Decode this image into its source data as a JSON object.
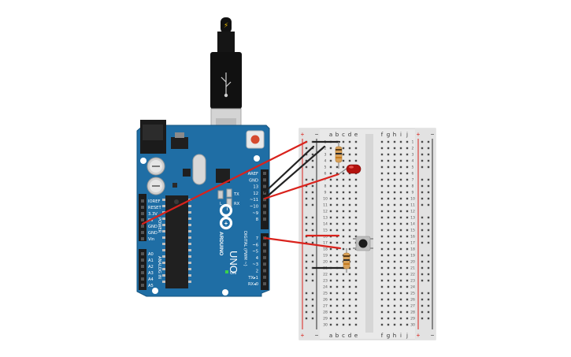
{
  "colors": {
    "board": "#1f6ea5",
    "board_dark": "#16547f",
    "breadboard": "#e9e9e9",
    "rail_red": "#d9221c",
    "rail_blue": "#2b2b2b",
    "wire_red": "#d9221c",
    "wire_black": "#222222",
    "led": "#b3120e",
    "resistor": "#d9a25a",
    "usb": "#111111",
    "usb_metal": "#cfcfcf"
  },
  "arduino": {
    "brand": "ARDUINO",
    "model": "UNO",
    "power_header_label": "POWER",
    "analog_header_label": "ANALOG IN",
    "digital_header_label": "DIGITAL (PWM ~)",
    "tx_label": "TX",
    "rx_label": "RX",
    "l_label": "L",
    "on_label": "ON",
    "power_pins": [
      "IOREF",
      "RESET",
      "3.3V",
      "5V",
      "GND",
      "GND",
      "Vin"
    ],
    "analog_pins": [
      "A0",
      "A1",
      "A2",
      "A3",
      "A4",
      "A5"
    ],
    "digital_pins_top": [
      "AREF",
      "GND",
      "13",
      "12",
      "~11",
      "~10",
      "~9",
      "8"
    ],
    "digital_pins_bottom": [
      "7",
      "~6",
      "~5",
      "4",
      "~3",
      "2",
      "TX▸1",
      "RX◂0"
    ]
  },
  "usb_cable": {
    "icon": "lightning-icon",
    "symbol": "⚡"
  },
  "breadboard": {
    "rail_plus": "+",
    "rail_minus": "−",
    "columns_left": [
      "a",
      "b",
      "c",
      "d",
      "e"
    ],
    "columns_right": [
      "f",
      "g",
      "h",
      "i",
      "j"
    ],
    "row_count": 30
  },
  "components": {
    "resistor_icon": "resistor-icon",
    "led_icon": "led-icon",
    "pushbutton_icon": "pushbutton-icon"
  }
}
